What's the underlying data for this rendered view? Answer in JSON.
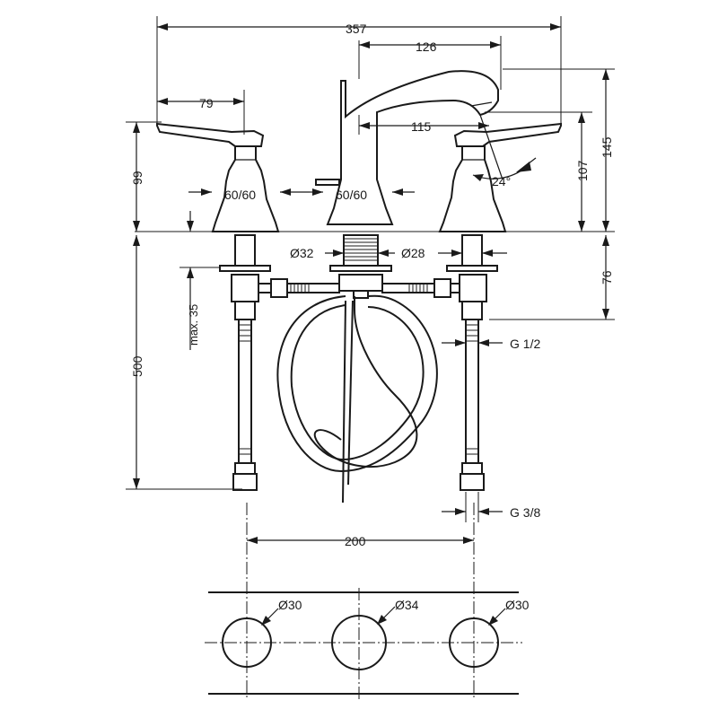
{
  "dimensions": {
    "overall_width": "357",
    "spout_reach": "126",
    "spout_inner": "115",
    "handle_offset": "79",
    "handle_height": "99",
    "spout_height": "107",
    "total_height": "145",
    "angle": "24°",
    "left_base": "60/60",
    "center_base": "60/60",
    "dia_shank_center": "Ø32",
    "dia_shank_side": "Ø28",
    "shank_length": "76",
    "max_deck": "max. 35",
    "hose_length": "500",
    "thread_valve": "G 1/2",
    "thread_hose": "G 3/8",
    "center_spacing": "200",
    "hole_left": "Ø30",
    "hole_center": "Ø34",
    "hole_right": "Ø30"
  }
}
